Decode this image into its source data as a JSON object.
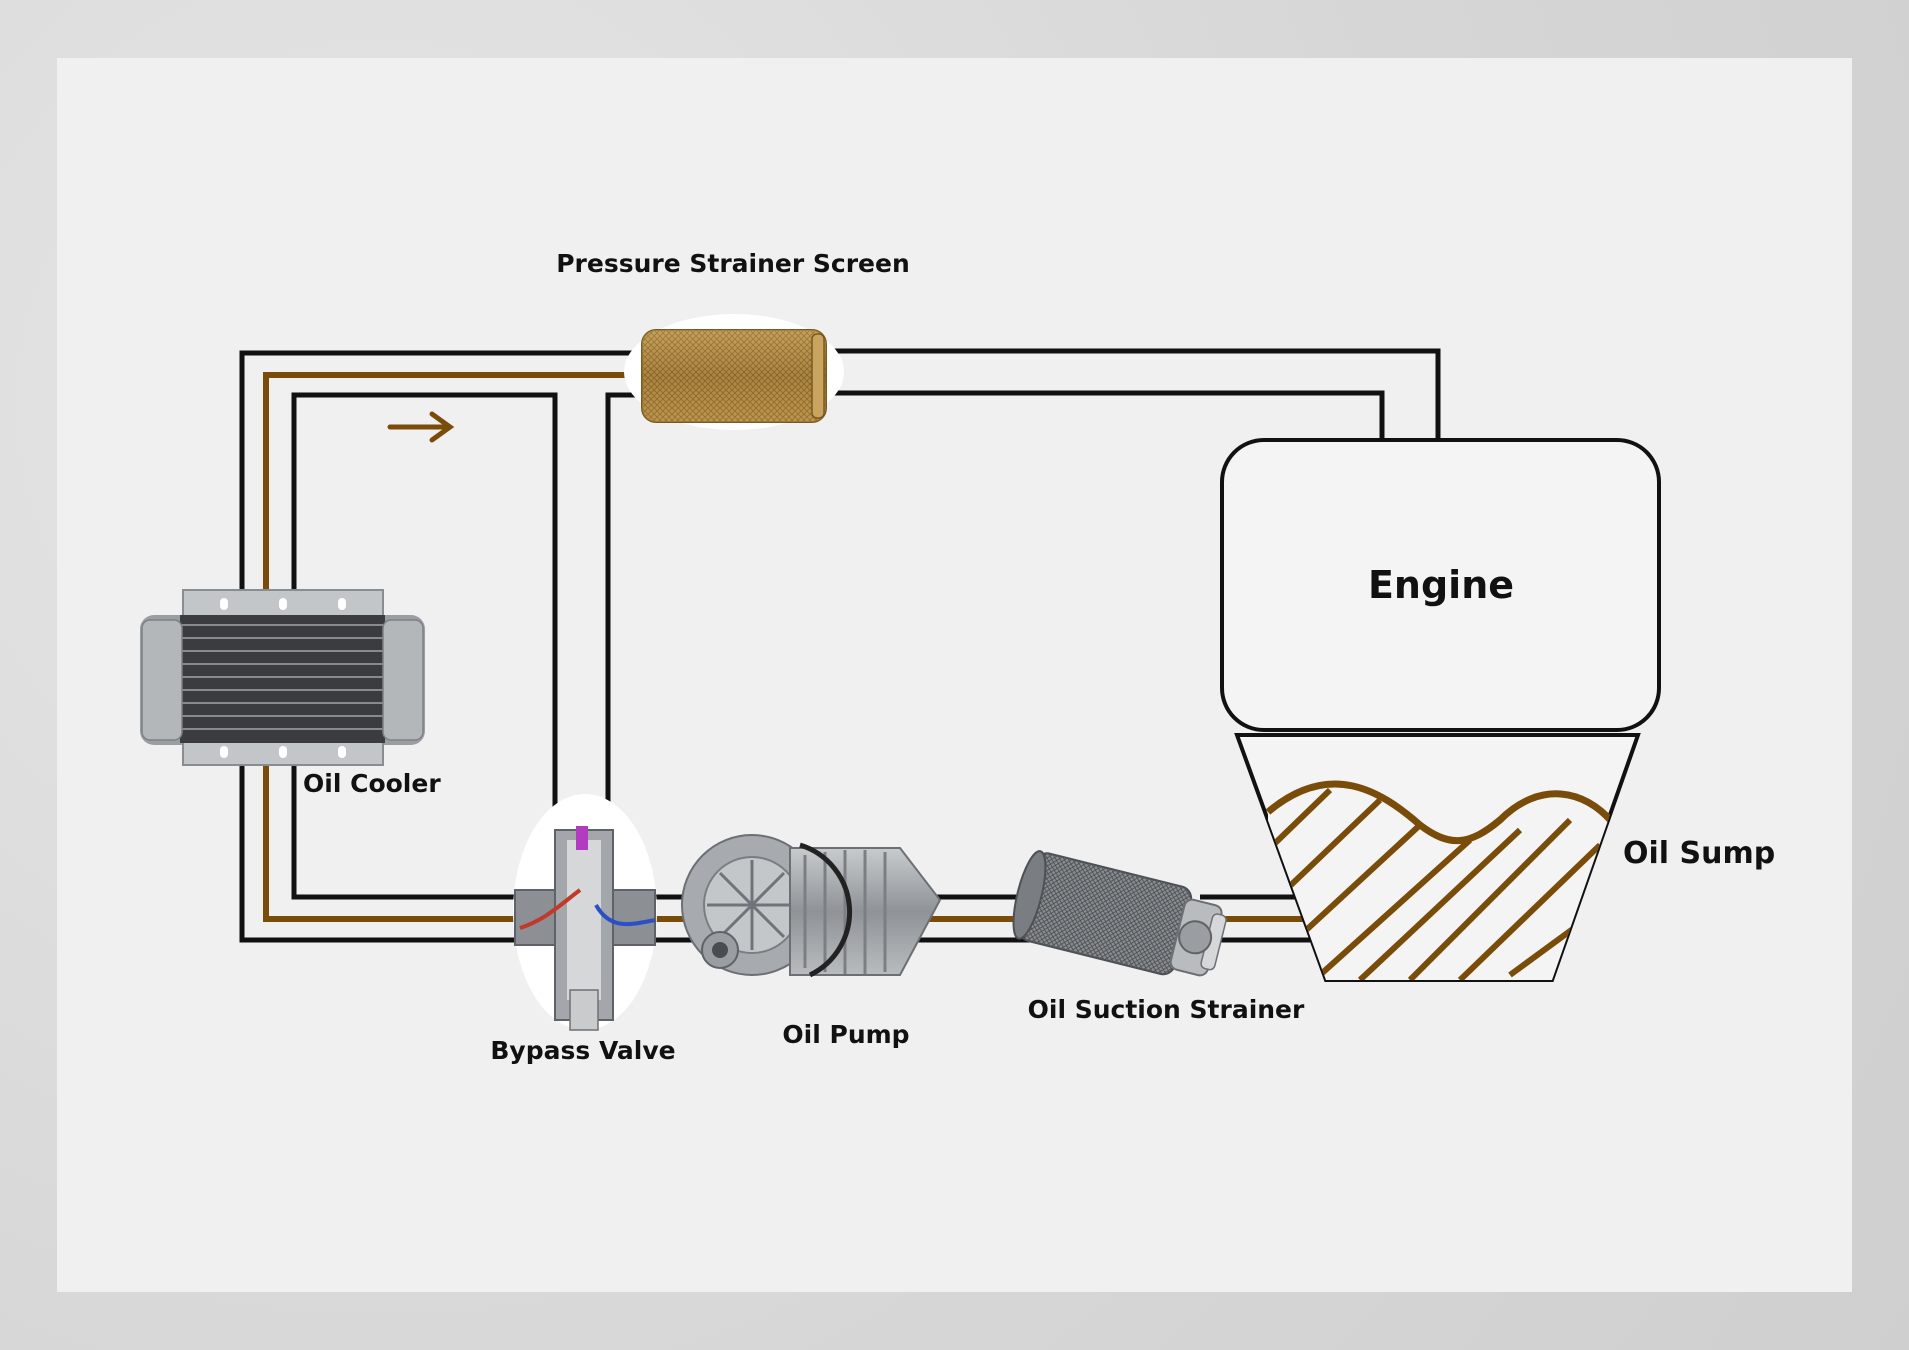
{
  "labels": {
    "pressure_strainer": "Pressure Strainer Screen",
    "engine": "Engine",
    "oil_cooler": "Oil Cooler",
    "oil_sump": "Oil Sump",
    "bypass_valve": "Bypass Valve",
    "oil_pump": "Oil Pump",
    "oil_suction_strainer": "Oil Suction Strainer"
  },
  "colors": {
    "oil_line": "#7a4c0a",
    "pipe": "#111111",
    "panel": "#f0f0f0",
    "metal": "#9a9ea3",
    "brass_mesh": "#b8914a"
  },
  "icons": [
    "arrow-right-icon",
    "oil-cooler-icon",
    "strainer-screen-icon",
    "bypass-valve-icon",
    "oil-pump-icon",
    "suction-strainer-icon"
  ]
}
